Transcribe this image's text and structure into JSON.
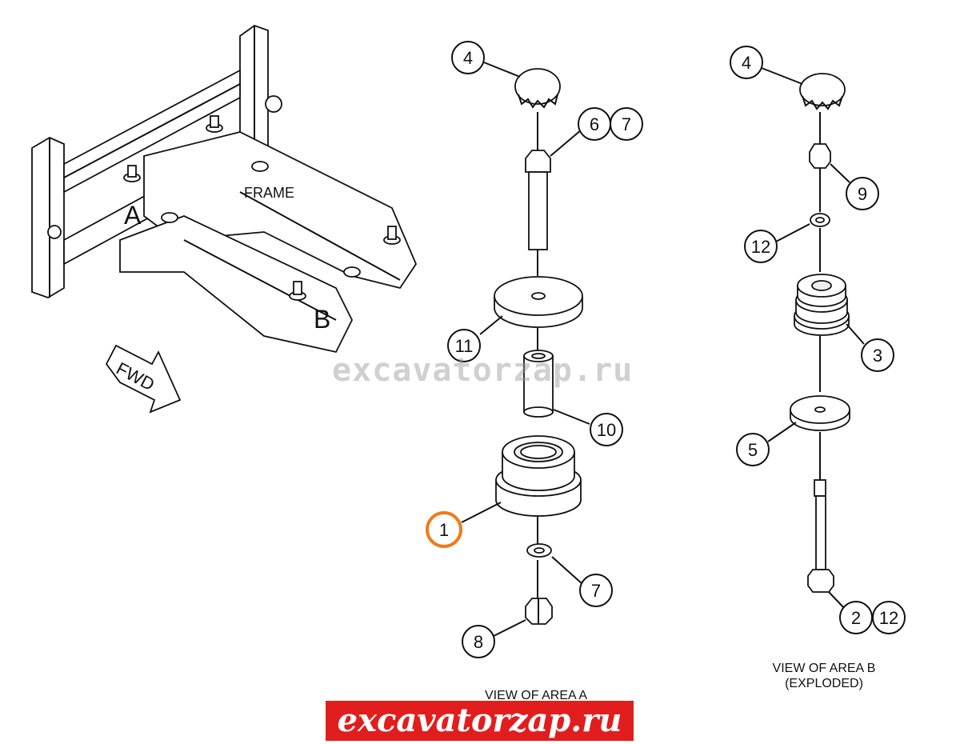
{
  "labels": {
    "frame": "FRAME",
    "area_a": "A",
    "area_b": "B",
    "fwd": "FWD"
  },
  "captions": {
    "view_a": "VIEW OF AREA A",
    "view_b_line1": "VIEW OF AREA B",
    "view_b_line2": "(EXPLODED)"
  },
  "callouts_a": {
    "c4": "4",
    "c6": "6",
    "c7_top": "7",
    "c11": "11",
    "c10": "10",
    "c1": "1",
    "c7_bottom": "7",
    "c8": "8"
  },
  "callouts_b": {
    "c4": "4",
    "c9": "9",
    "c12_top": "12",
    "c3": "3",
    "c5": "5",
    "c2": "2",
    "c12_bottom": "12"
  },
  "watermark": "excavatorzap.ru",
  "banner": "excavatorzap.ru",
  "colors": {
    "highlight": "#f07a1a",
    "banner_bg": "#e21d1d",
    "line": "#111111"
  }
}
